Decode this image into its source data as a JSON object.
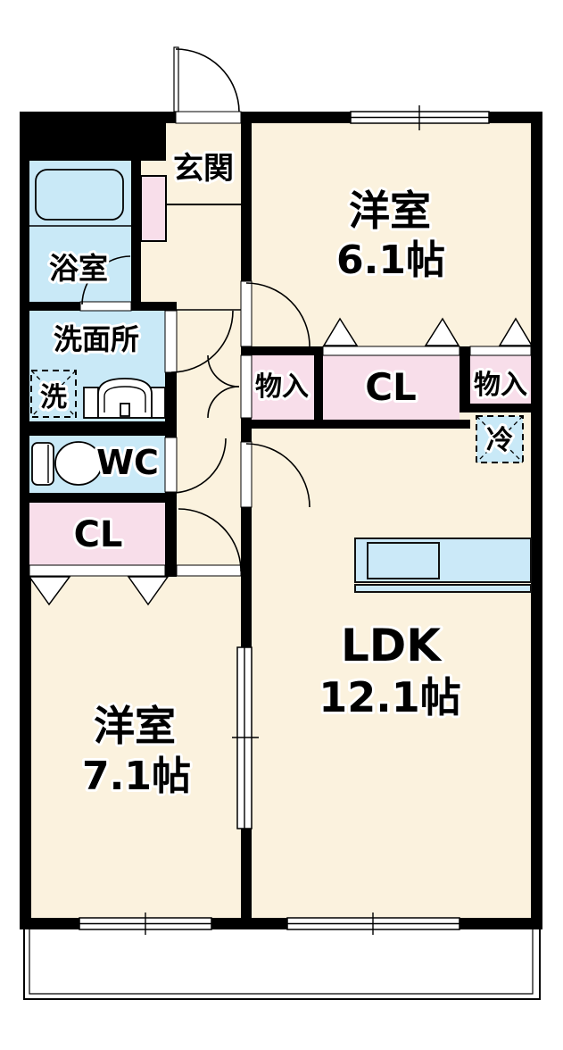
{
  "plan": {
    "entrance": "玄関",
    "bathroom": "浴室",
    "washroom": "洗面所",
    "washer_mark": "洗",
    "toilet": "WC",
    "hall_closet": "CL",
    "hall_storage": "物入",
    "main_closet": "CL",
    "right_storage": "物入",
    "fridge_mark": "冷",
    "bedroom1": {
      "name": "洋室",
      "size": "6.1帖"
    },
    "bedroom2": {
      "name": "洋室",
      "size": "7.1帖"
    },
    "living": {
      "name": "LDK",
      "size": "12.1帖"
    }
  },
  "colors": {
    "floor": "#FBF2DE",
    "wet": "#C9E9F7",
    "storage": "#F8DEEA",
    "wall": "#000000",
    "counter": "#CBE9F8"
  }
}
